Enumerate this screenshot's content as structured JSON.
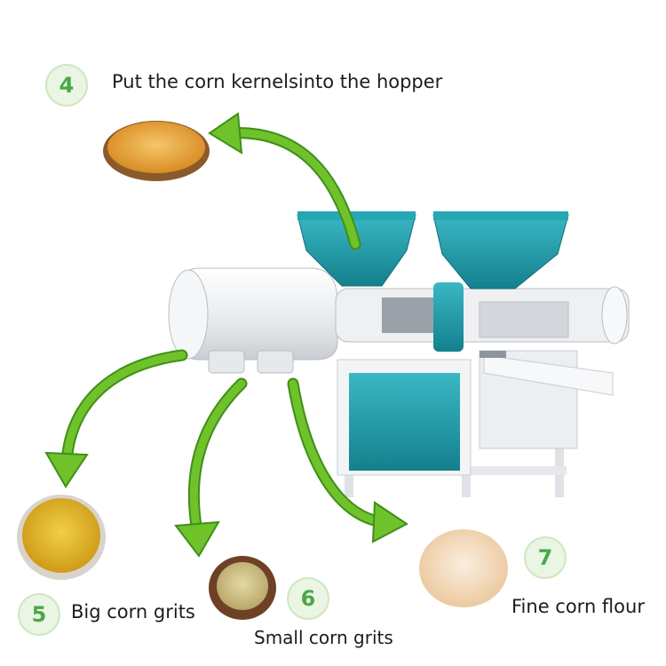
{
  "steps": [
    {
      "number": "4",
      "label": "Put the corn kernelsinto the hopper"
    },
    {
      "number": "5",
      "label": "Big corn grits"
    },
    {
      "number": "6",
      "label": "Small corn grits"
    },
    {
      "number": "7",
      "label": "Fine corn flour"
    }
  ],
  "colors": {
    "arrow": "#6fc22a",
    "arrow_edge": "#3f8f1a",
    "badge_text": "#4aa84a",
    "machine_body": "#f1f3f5",
    "machine_accent": "#1b9aa8",
    "kernels": "#e9a73c",
    "big_grits": "#e3b62a",
    "small_grits": "#cdbf8a",
    "fine_flour": "#f4dcc0"
  }
}
